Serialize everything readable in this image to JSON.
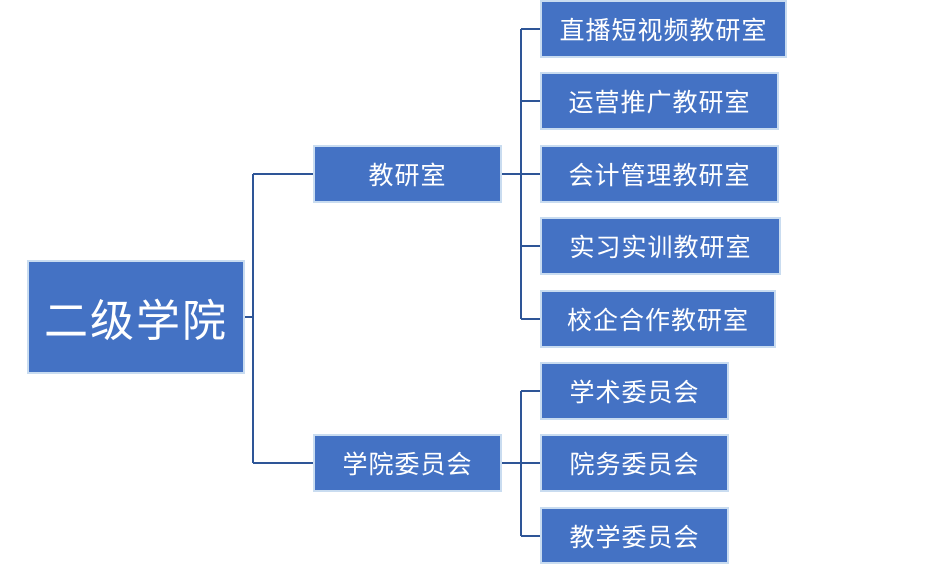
{
  "colors": {
    "box_fill": "#4472c4",
    "line": "#2e5597",
    "text": "#ffffff"
  },
  "root": {
    "label": "二级学院"
  },
  "branches": [
    {
      "label": "教研室",
      "children": [
        {
          "label": "直播短视频教研室"
        },
        {
          "label": "运营推广教研室"
        },
        {
          "label": "会计管理教研室"
        },
        {
          "label": "实习实训教研室"
        },
        {
          "label": "校企合作教研室"
        }
      ]
    },
    {
      "label": "学院委员会",
      "children": [
        {
          "label": "学术委员会"
        },
        {
          "label": "院务委员会"
        },
        {
          "label": "教学委员会"
        }
      ]
    }
  ]
}
